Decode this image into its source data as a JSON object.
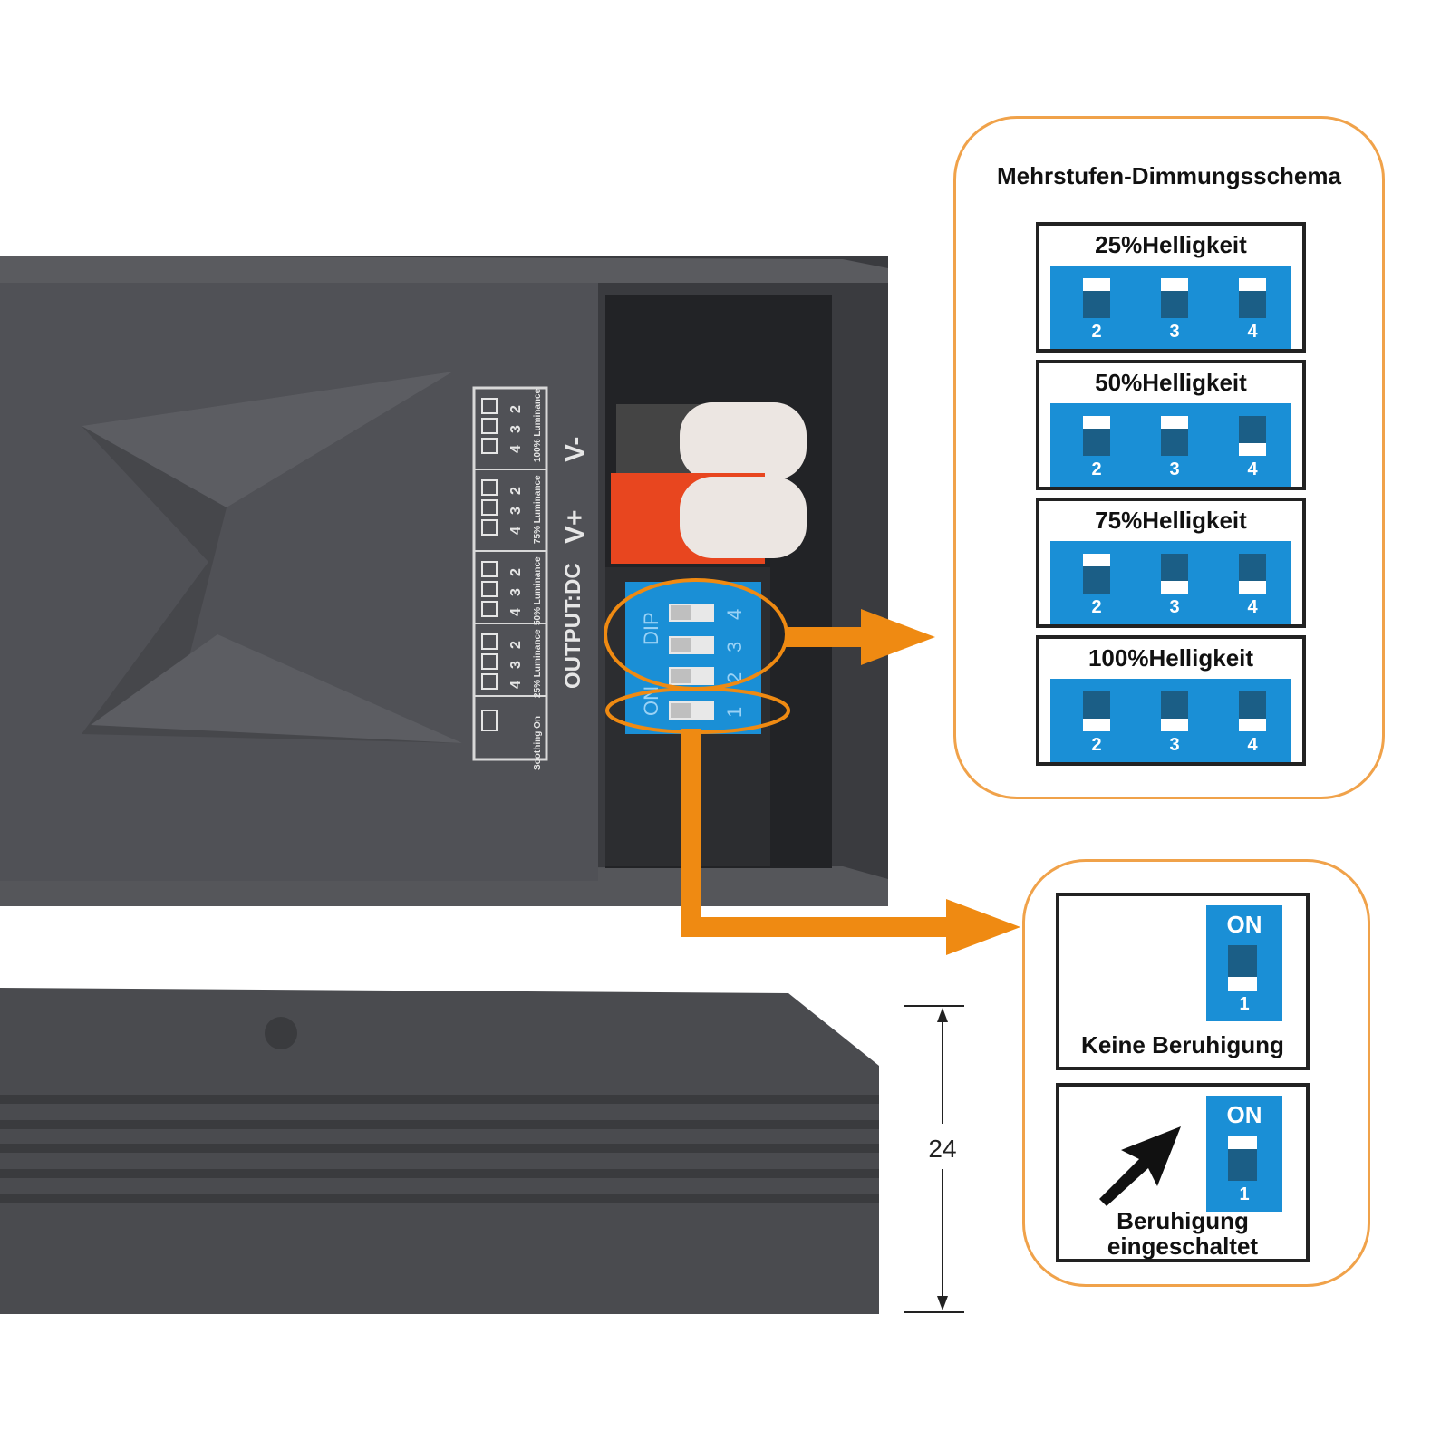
{
  "device": {
    "silkscreen_output": "OUTPUT:DC",
    "silkscreen_vplus": "V+",
    "silkscreen_vminus": "V-",
    "silkscreen_luminance_labels": [
      "Soothing On",
      "25% Luminance",
      "50% Luminance",
      "75% Luminance",
      "100% Luminance"
    ],
    "silkscreen_switch_numbers": [
      "2",
      "3",
      "4"
    ],
    "dip_text": "DIP",
    "dip_on_text": "ON",
    "dip_numbers": [
      "1",
      "2",
      "3",
      "4"
    ]
  },
  "dimming_panel": {
    "title": "Mehrstufen-Dimmungsschema",
    "levels": [
      {
        "label": "25%Helligkeit",
        "switches": [
          {
            "num": "2",
            "state": "up"
          },
          {
            "num": "3",
            "state": "up"
          },
          {
            "num": "4",
            "state": "up"
          }
        ]
      },
      {
        "label": "50%Helligkeit",
        "switches": [
          {
            "num": "2",
            "state": "up"
          },
          {
            "num": "3",
            "state": "up"
          },
          {
            "num": "4",
            "state": "down"
          }
        ]
      },
      {
        "label": "75%Helligkeit",
        "switches": [
          {
            "num": "2",
            "state": "up"
          },
          {
            "num": "3",
            "state": "down"
          },
          {
            "num": "4",
            "state": "down"
          }
        ]
      },
      {
        "label": "100%Helligkeit",
        "switches": [
          {
            "num": "2",
            "state": "down"
          },
          {
            "num": "3",
            "state": "down"
          },
          {
            "num": "4",
            "state": "down"
          }
        ]
      }
    ]
  },
  "calming_panel": {
    "on_label": "ON",
    "switch_number": "1",
    "off_caption": "Keine Beruhigung",
    "on_caption_line1": "Beruhigung",
    "on_caption_line2": "eingeschaltet"
  },
  "dimension": {
    "value": "24"
  },
  "colors": {
    "callout_orange": "#ef8a12",
    "panel_border": "#f0a24a",
    "dip_blue": "#1a8fd6",
    "housing_gray": "#4a4b4f"
  }
}
